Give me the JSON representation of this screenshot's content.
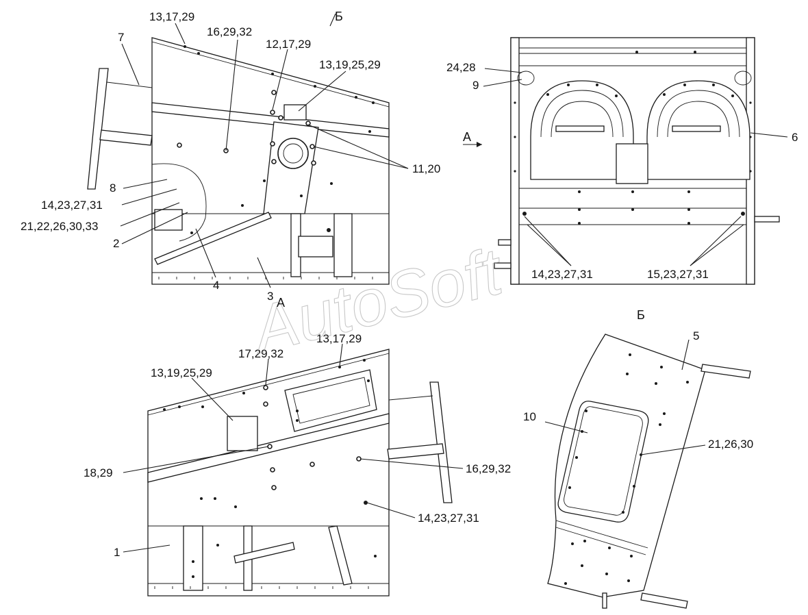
{
  "watermark": "AutoSoft",
  "views": {
    "a": "А",
    "b": "Б",
    "arrow_a": "А",
    "arrow_b": "Б"
  },
  "callouts": {
    "main": {
      "c13_17_29": "13,17,29",
      "c16_29_32": "16,29,32",
      "c12_17_29": "12,17,29",
      "c13_19_25_29": "13,19,25,29",
      "c7": "7",
      "c11_20": "11,20",
      "c8": "8",
      "c14_23_27_31": "14,23,27,31",
      "c21_22_26_30_33": "21,22,26,30,33",
      "c2": "2",
      "c4": "4",
      "c3": "3"
    },
    "end": {
      "c24_28": "24,28",
      "c9": "9",
      "c6": "6",
      "c14_23_27_31": "14,23,27,31",
      "c15_23_27_31": "15,23,27,31"
    },
    "view_a": {
      "c13_17_29": "13,17,29",
      "c17_29_32": "17,29,32",
      "c13_19_25_29": "13,19,25,29",
      "c18_29": "18,29",
      "c16_29_32": "16,29,32",
      "c14_23_27_31": "14,23,27,31",
      "c1": "1"
    },
    "view_b": {
      "c5": "5",
      "c10": "10",
      "c21_26_30": "21,26,30"
    }
  }
}
